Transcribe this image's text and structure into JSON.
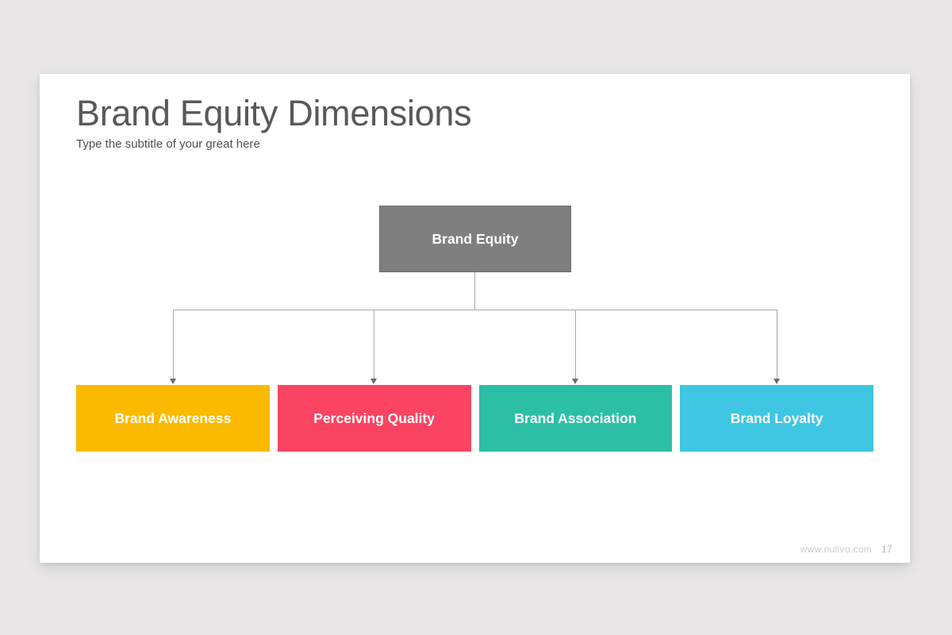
{
  "slide": {
    "title": "Brand Equity Dimensions",
    "subtitle": "Type the subtitle of your great here",
    "footer": {
      "website": "www.nulivo.com",
      "page_number": "17"
    }
  },
  "diagram": {
    "type": "hierarchy",
    "root": {
      "label": "Brand Equity",
      "color": "#7F7F7F",
      "border_color": "#6A6A6A",
      "text_color": "#FFFFFF"
    },
    "children": [
      {
        "label": "Brand Awareness",
        "color": "#FBBA00"
      },
      {
        "label": "Perceiving Quality",
        "color": "#FA4462"
      },
      {
        "label": "Brand Association",
        "color": "#2CBFA6"
      },
      {
        "label": "Brand Loyalty",
        "color": "#3FC6E3"
      }
    ],
    "connector_color": "#A8A8A8",
    "arrow_color": "#6B6B6B"
  }
}
